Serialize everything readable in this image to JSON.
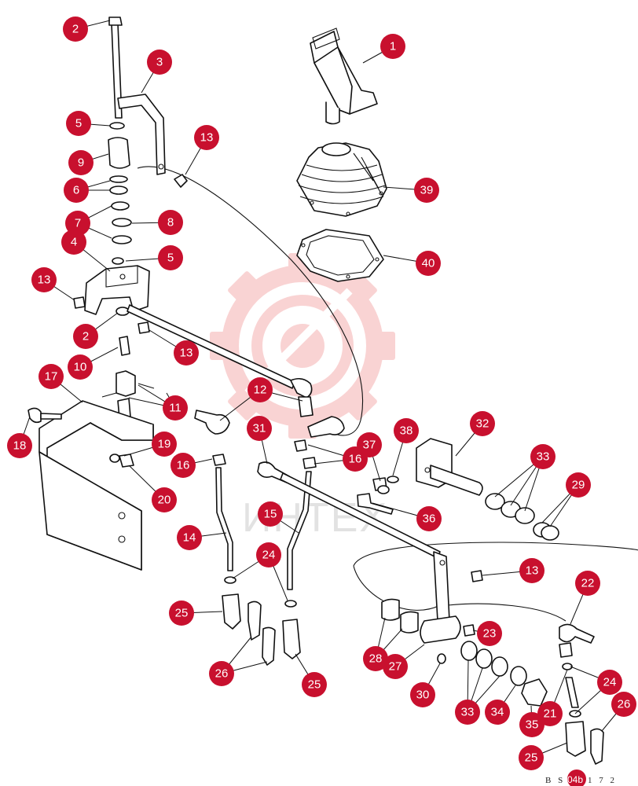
{
  "watermark": {
    "text": "ИНТЕХ",
    "color": "#f4a9a9"
  },
  "drawing_code": {
    "prefix": "B S",
    "badge": "04b",
    "suffix": "1 7 2"
  },
  "accent_color": "#c8102e",
  "callouts": [
    "1",
    "2",
    "3",
    "5",
    "13",
    "9",
    "6",
    "39",
    "7",
    "8",
    "4",
    "5",
    "40",
    "13",
    "2",
    "13",
    "10",
    "17",
    "11",
    "12",
    "31",
    "38",
    "32",
    "18",
    "19",
    "16",
    "37",
    "16",
    "33",
    "20",
    "29",
    "15",
    "36",
    "14",
    "24",
    "13",
    "22",
    "25",
    "23",
    "28",
    "27",
    "26",
    "25",
    "30",
    "33",
    "34",
    "35",
    "21",
    "24",
    "26",
    "25"
  ]
}
